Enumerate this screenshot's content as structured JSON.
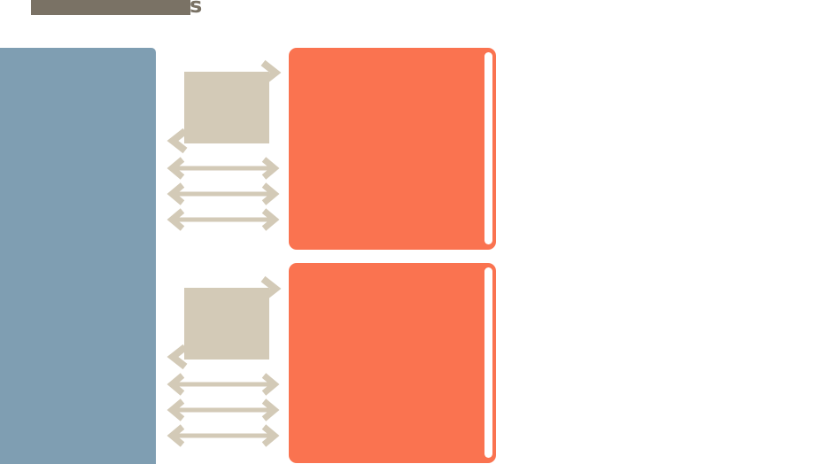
{
  "title": {
    "highlight_bar": "masked-title-text",
    "visible_text": "s"
  },
  "colors": {
    "title_bar": "#7A7265",
    "left_panel_blue": "#7F9EB2",
    "connector_tan": "#D3CAB7",
    "box_orange": "#FA7350",
    "strip_white": "#FFFFFF",
    "background": "#FFFFFF"
  },
  "icons": {
    "arrow_right": "right-chevron-arrow",
    "arrow_left": "left-chevron-arrow",
    "double_arrow": "double-headed-horizontal-arrow"
  },
  "diagram": {
    "left_panel_count": 1,
    "orange_box_count": 2,
    "exchange_group_count": 2,
    "double_arrows_per_group": 3
  }
}
